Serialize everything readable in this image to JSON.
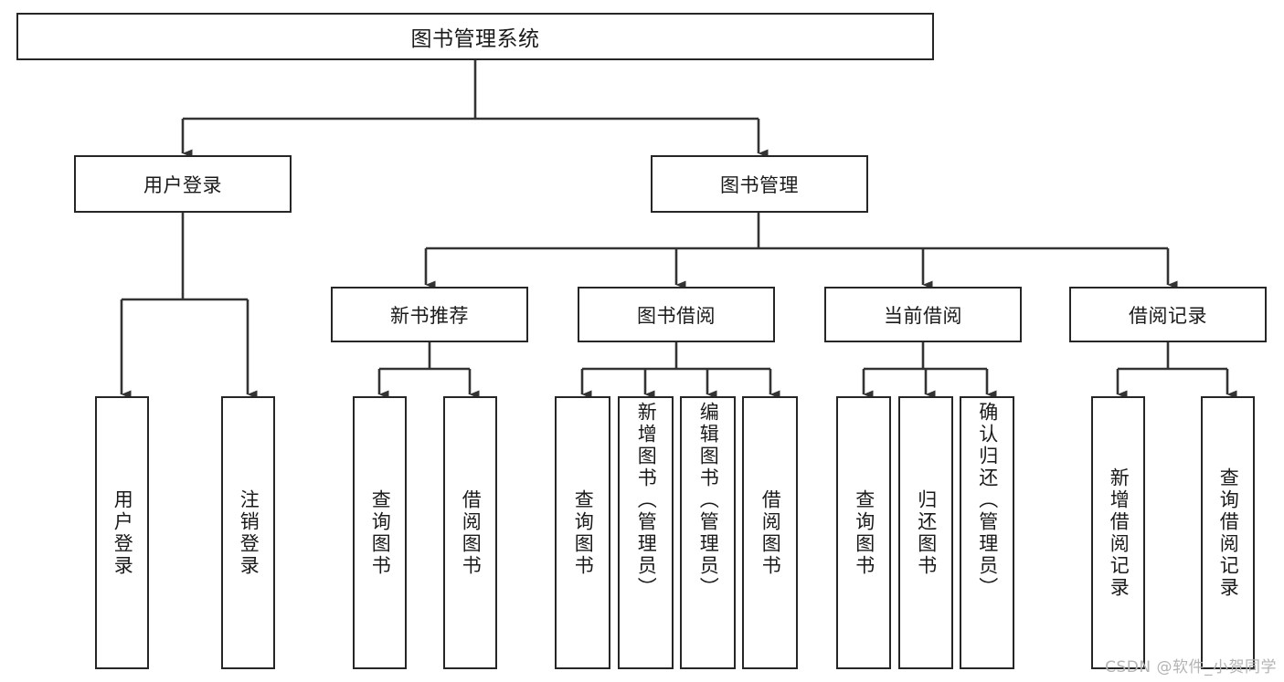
{
  "diagram": {
    "type": "tree-hierarchy",
    "title": "图书管理系统",
    "watermark": "CSDN @软件_小贺同学",
    "colors": {
      "background": "#ffffff",
      "node_border": "#262626",
      "node_fill": "#ffffff",
      "connector": "#333333",
      "text": "#1a1a1a",
      "watermark": "#b4b4b4"
    },
    "root": {
      "id": "root",
      "label": "图书管理系统"
    },
    "level2": [
      {
        "id": "user-login",
        "label": "用户登录"
      },
      {
        "id": "book-manage",
        "label": "图书管理"
      }
    ],
    "level3": [
      {
        "id": "new-book-rec",
        "label": "新书推荐",
        "parent": "book-manage"
      },
      {
        "id": "book-borrow",
        "label": "图书借阅",
        "parent": "book-manage"
      },
      {
        "id": "current-borrow",
        "label": "当前借阅",
        "parent": "book-manage"
      },
      {
        "id": "borrow-record",
        "label": "借阅记录",
        "parent": "book-manage"
      }
    ],
    "leaves": [
      {
        "id": "leaf-user-login",
        "label": "用户登录",
        "parent": "user-login"
      },
      {
        "id": "leaf-logout-login",
        "label": "注销登录",
        "parent": "user-login"
      },
      {
        "id": "leaf-query-book-1",
        "label": "查询图书",
        "parent": "new-book-rec"
      },
      {
        "id": "leaf-borrow-book-1",
        "label": "借阅图书",
        "parent": "new-book-rec"
      },
      {
        "id": "leaf-query-book-2",
        "label": "查询图书",
        "parent": "book-borrow"
      },
      {
        "id": "leaf-add-book",
        "label": "新增图书（管理员）",
        "parent": "book-borrow"
      },
      {
        "id": "leaf-edit-book",
        "label": "编辑图书（管理员）",
        "parent": "book-borrow"
      },
      {
        "id": "leaf-borrow-book-2",
        "label": "借阅图书",
        "parent": "book-borrow"
      },
      {
        "id": "leaf-query-book-3",
        "label": "查询图书",
        "parent": "current-borrow"
      },
      {
        "id": "leaf-return-book",
        "label": "归还图书",
        "parent": "current-borrow"
      },
      {
        "id": "leaf-confirm-return",
        "label": "确认归还（管理员）",
        "parent": "current-borrow"
      },
      {
        "id": "leaf-add-record",
        "label": "新增借阅记录",
        "parent": "borrow-record"
      },
      {
        "id": "leaf-query-record",
        "label": "查询借阅记录",
        "parent": "borrow-record"
      }
    ]
  }
}
